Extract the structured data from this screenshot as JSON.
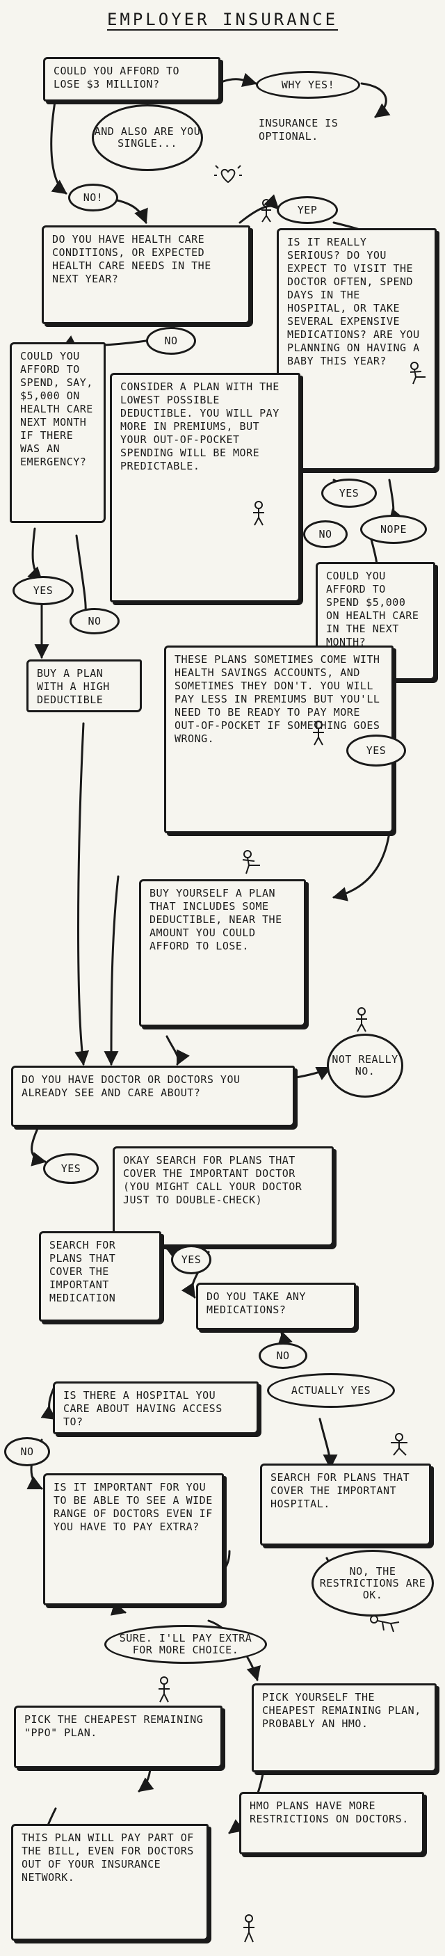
{
  "title": "Employer Insurance",
  "nodes": {
    "q_afford_3m": "Could you afford to lose $3 million?",
    "a_why_yes": "Why yes!",
    "note_optional": "Insurance is optional.",
    "note_single": "And also are you single...",
    "a_no_1": "No!",
    "q_health_conditions": "Do you have health care conditions, or expected health care needs in the next year?",
    "a_yep": "Yep",
    "q_really_serious": "Is it really serious? Do you expect to visit the doctor often, spend days in the hospital, or take several expensive medications? Are you planning on having a baby this year?",
    "a_no_2": "No",
    "q_afford_5000_emergency": "Could you afford to spend, say, $5,000 on health care next month if there was an emergency?",
    "note_lowest_deductible": "Consider a plan with the lowest possible deductible. You will pay more in premiums, but your out-of-pocket spending will be more predictable.",
    "a_yes_1": "Yes",
    "a_no_3": "No",
    "a_nope": "Nope",
    "a_yes_2": "Yes",
    "a_no_4": "No",
    "q_afford_5000_next_month": "Could you afford to spend $5,000 on health care in the next month?",
    "note_high_deductible": "Buy a plan with a high deductible",
    "note_hsa": "These plans sometimes come with health savings accounts, and sometimes they don't. You will pay less in premiums but you'll need to be ready to pay more out-of-pocket if something goes wrong.",
    "a_yes_3": "Yes",
    "note_some_deductible": "Buy yourself a plan that includes some deductible, near the amount you could afford to lose.",
    "q_doctors": "Do you have doctor or doctors you already see and care about?",
    "a_not_really": "Not really no.",
    "a_yes_4": "Yes",
    "note_search_doctor": "Okay search for plans that cover the important doctor (you might call your doctor just to double-check)",
    "note_search_medication": "Search for plans that cover the important medication",
    "a_yes_5": "Yes",
    "q_medications": "Do you take any medications?",
    "a_no_5": "No",
    "q_hospital": "Is there a hospital you care about having access to?",
    "a_actually_yes": "Actually yes",
    "a_no_6": "No",
    "note_search_hospital": "Search for plans that cover the important hospital.",
    "q_wide_range": "Is it important for you to be able to see a wide range of doctors even if you have to pay extra?",
    "a_restrictions_ok": "No, the restrictions are ok.",
    "a_sure_extra": "Sure. I'll pay extra for more choice.",
    "note_cheapest_ppo": "Pick the cheapest remaining \"PPO\" plan.",
    "note_cheapest_hmo": "Pick yourself the cheapest remaining plan, probably an HMO.",
    "note_hmo_restrictions": "HMO plans have more restrictions on doctors.",
    "note_ppo_pays_part": "This plan will pay part of the bill, even for doctors out of your insurance network."
  }
}
